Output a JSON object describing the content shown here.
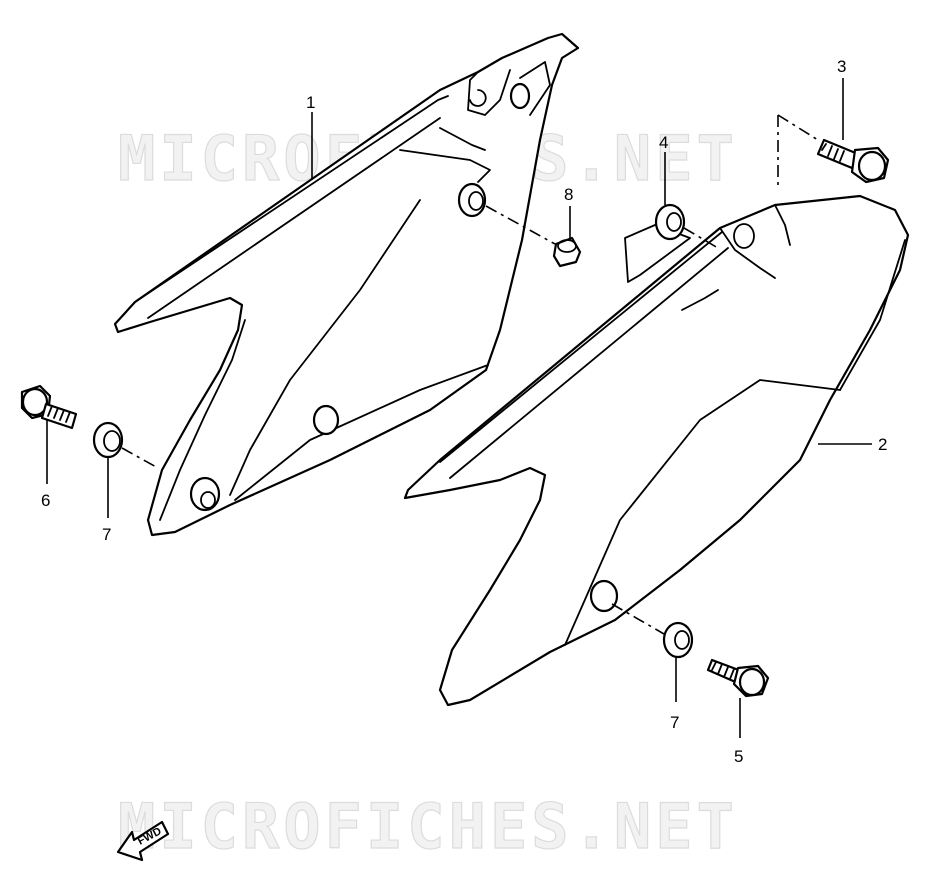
{
  "watermark": {
    "top_text": "MICROFICHES.NET",
    "bottom_text": "MICROFICHES.NET"
  },
  "fwd_indicator": {
    "label": "FWD"
  },
  "callouts": [
    {
      "id": "c1",
      "label": "1",
      "part": "left frame side cover"
    },
    {
      "id": "c2",
      "label": "2",
      "part": "right frame side cover"
    },
    {
      "id": "c3",
      "label": "3",
      "part": "bolt upper"
    },
    {
      "id": "c4",
      "label": "4",
      "part": "collar upper"
    },
    {
      "id": "c5",
      "label": "5",
      "part": "bolt lower"
    },
    {
      "id": "c6",
      "label": "6",
      "part": "bolt left"
    },
    {
      "id": "c7a",
      "label": "7",
      "part": "grommet left"
    },
    {
      "id": "c7b",
      "label": "7",
      "part": "grommet lower right"
    },
    {
      "id": "c8",
      "label": "8",
      "part": "cushion"
    }
  ],
  "colors": {
    "line": "#000000",
    "background": "#ffffff",
    "watermark_fill": "#f2f2f2",
    "watermark_stroke": "#dcdcdc"
  }
}
